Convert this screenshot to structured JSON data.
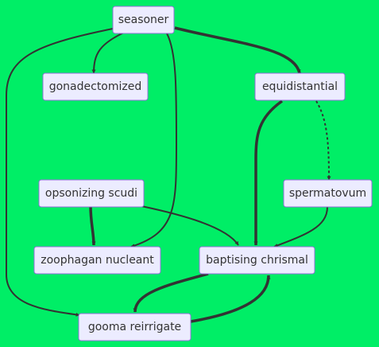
{
  "diagram": {
    "type": "flowchart",
    "colors": {
      "background": "#00ee66",
      "node_fill": "#ececff",
      "node_border": "#9370db",
      "edge": "#333333",
      "text": "#333333"
    },
    "nodes": [
      {
        "id": "seasoner",
        "label": "seasoner"
      },
      {
        "id": "gonadectomized",
        "label": "gonadectomized"
      },
      {
        "id": "equidistantial",
        "label": "equidistantial"
      },
      {
        "id": "opsonizing",
        "label": "opsonizing scudi"
      },
      {
        "id": "spermatovum",
        "label": "spermatovum"
      },
      {
        "id": "zoophagan",
        "label": "zoophagan nucleant"
      },
      {
        "id": "baptising",
        "label": "baptising chrismal"
      },
      {
        "id": "gooma",
        "label": "gooma reirrigate"
      }
    ],
    "edges": [
      {
        "from": "seasoner",
        "to": "gonadectomized",
        "style": "normal"
      },
      {
        "from": "seasoner",
        "to": "equidistantial",
        "style": "thick"
      },
      {
        "from": "seasoner",
        "to": "zoophagan",
        "style": "normal"
      },
      {
        "from": "seasoner",
        "to": "gooma",
        "style": "normal"
      },
      {
        "from": "equidistantial",
        "to": "spermatovum",
        "style": "dotted"
      },
      {
        "from": "equidistantial",
        "to": "baptising",
        "style": "thick"
      },
      {
        "from": "opsonizing",
        "to": "zoophagan",
        "style": "thick"
      },
      {
        "from": "opsonizing",
        "to": "baptising",
        "style": "normal"
      },
      {
        "from": "spermatovum",
        "to": "baptising",
        "style": "normal"
      },
      {
        "from": "baptising",
        "to": "gooma",
        "style": "thick"
      },
      {
        "from": "gooma",
        "to": "baptising",
        "style": "thick"
      }
    ]
  }
}
